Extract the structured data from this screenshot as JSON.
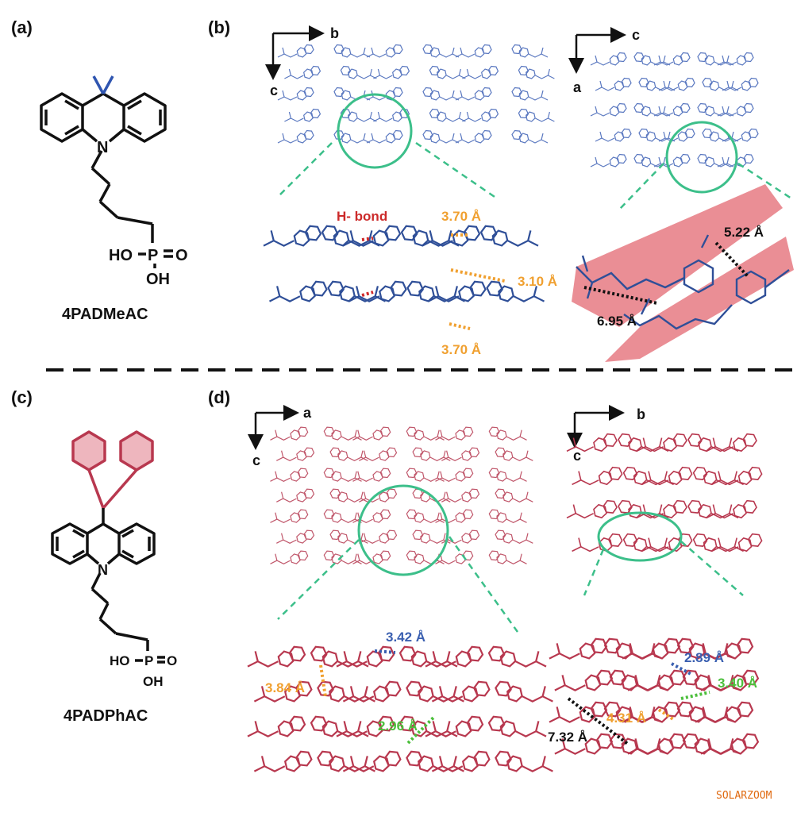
{
  "panels": {
    "a": {
      "tag": "(a)",
      "molecule": "4PADMeAC"
    },
    "b": {
      "tag": "(b)"
    },
    "c": {
      "tag": "(c)",
      "molecule": "4PADPhAC"
    },
    "d": {
      "tag": "(d)"
    }
  },
  "chem": {
    "ho": "HO",
    "p": "P",
    "o": "O",
    "oh": "OH",
    "n": "N"
  },
  "axes": {
    "b_left": {
      "h": "b",
      "v": "c"
    },
    "b_right": {
      "h": "c",
      "v": "a"
    },
    "d_left": {
      "h": "a",
      "v": "c"
    },
    "d_right": {
      "h": "b",
      "v": "c"
    }
  },
  "annotations": {
    "hbond": "H- bond",
    "b_d1": "3.70 Å",
    "b_d2": "3.10 Å",
    "b_d3": "3.70 Å",
    "b_d4": "5.22 Å",
    "b_d5": "6.95 Å",
    "d_d1": "3.42 Å",
    "d_d2": "3.84 Å",
    "d_d3": "2.96 Å",
    "d_d4": "2.89 Å",
    "d_d5": "3.40 Å",
    "d_d6": "4.31 Å",
    "d_d7": "7.32 Å"
  },
  "watermark": "SOLARZOOM",
  "colors": {
    "blue_structure": "#3a58a8",
    "red_structure": "#b8384f",
    "green_circle": "#3cbf8a",
    "orange_label": "#f0a030",
    "blue_label": "#3a5fb0",
    "green_label": "#4cbf3c",
    "red_label": "#cc2a2a",
    "pink_band": "#e8828a",
    "phenyl_fill": "#e07a88",
    "watermark": "#e06a10"
  }
}
